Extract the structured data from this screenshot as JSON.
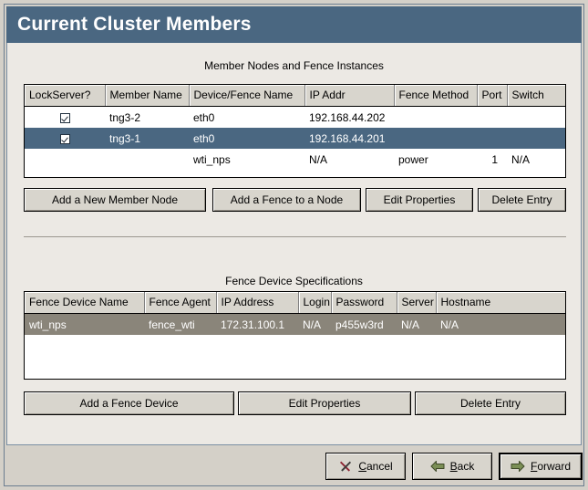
{
  "window": {
    "title": "Current Cluster Members"
  },
  "members_section": {
    "heading": "Member Nodes and Fence Instances",
    "columns": [
      "LockServer?",
      "Member Name",
      "Device/Fence Name",
      "IP Addr",
      "Fence Method",
      "Port",
      "Switch"
    ],
    "rows": [
      {
        "lockserver": "checked",
        "member_name": "tng3-2",
        "device_name": "eth0",
        "ip_addr": "192.168.44.202",
        "fence_method": "",
        "port": "",
        "switch": "",
        "selected": false
      },
      {
        "lockserver": "checked",
        "member_name": "tng3-1",
        "device_name": "eth0",
        "ip_addr": "192.168.44.201",
        "fence_method": "",
        "port": "",
        "switch": "",
        "selected": true
      },
      {
        "lockserver": "",
        "member_name": "",
        "device_name": "wti_nps",
        "ip_addr": "N/A",
        "fence_method": "power",
        "port": "1",
        "switch": "N/A",
        "selected": false
      }
    ],
    "buttons": {
      "add_member": "Add a New Member Node",
      "add_fence": "Add a Fence to a Node",
      "edit_properties": "Edit Properties",
      "delete_entry": "Delete Entry"
    }
  },
  "fence_section": {
    "heading": "Fence Device Specifications",
    "columns": [
      "Fence Device Name",
      "Fence Agent",
      "IP Address",
      "Login",
      "Password",
      "Server",
      "Hostname"
    ],
    "rows": [
      {
        "device_name": "wti_nps",
        "agent": "fence_wti",
        "ip_address": "172.31.100.1",
        "login": "N/A",
        "password": "p455w3rd",
        "server": "N/A",
        "hostname": "N/A",
        "selected": true
      }
    ],
    "buttons": {
      "add_fence_device": "Add a Fence Device",
      "edit_properties": "Edit Properties",
      "delete_entry": "Delete Entry"
    }
  },
  "navbar": {
    "cancel": {
      "pre": "",
      "mnemonic": "C",
      "post": "ancel",
      "icon": "cancel-x-icon"
    },
    "back": {
      "pre": "",
      "mnemonic": "B",
      "post": "ack",
      "icon": "arrow-left-icon"
    },
    "forward": {
      "pre": "",
      "mnemonic": "F",
      "post": "orward",
      "icon": "arrow-right-icon"
    }
  },
  "colors": {
    "titlebar": "#4a6781",
    "selection_blue": "#4a6781",
    "selection_gray": "#8a857a",
    "panel": "#ece9e4",
    "dialog": "#d4d0c8",
    "arrow_green": "#6b7f4a",
    "cancel_red": "#8c2230"
  }
}
